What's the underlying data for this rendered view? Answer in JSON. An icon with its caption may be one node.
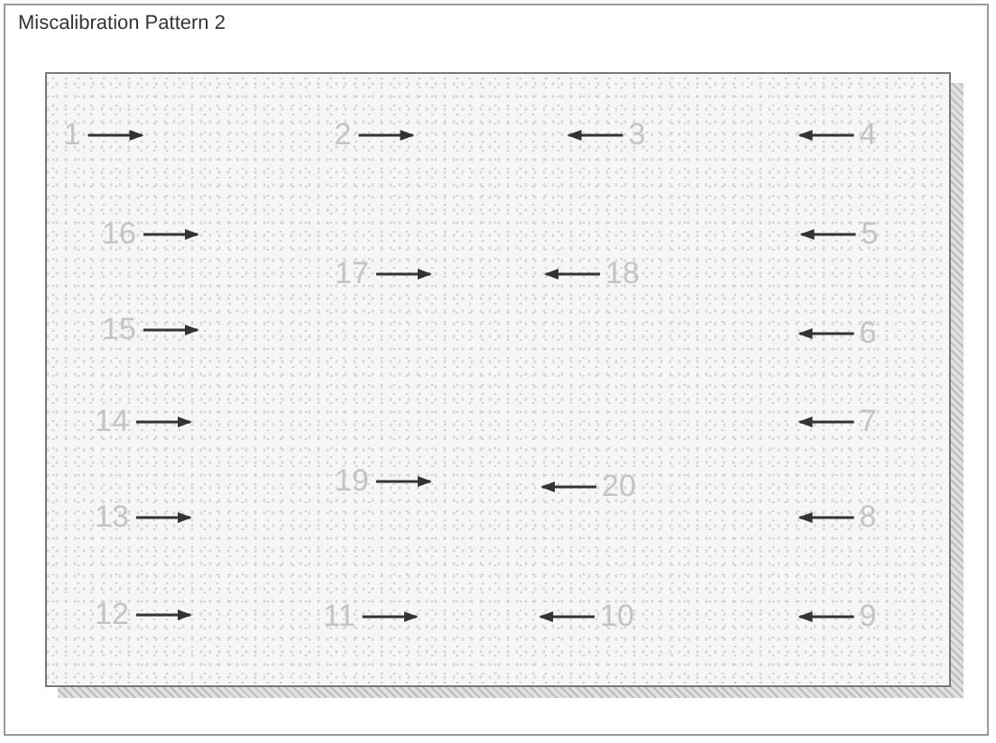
{
  "diagram": {
    "title": "Miscalibration Pattern 2",
    "nodes": [
      {
        "text": [
          "1"
        ]
      },
      {
        "text": [
          "2"
        ]
      },
      {
        "text": [
          "3"
        ]
      },
      {
        "text": [
          "4"
        ]
      },
      {
        "text": [
          "5"
        ]
      },
      {
        "text": [
          "6"
        ]
      },
      {
        "text": [
          "7"
        ]
      },
      {
        "text": [
          "8"
        ]
      },
      {
        "text": [
          "9"
        ]
      },
      {
        "text": [
          "10"
        ]
      },
      {
        "text": [
          "11"
        ]
      },
      {
        "text": [
          "12"
        ]
      },
      {
        "text": [
          "13"
        ]
      },
      {
        "text": [
          "14"
        ]
      },
      {
        "text": [
          "15"
        ]
      },
      {
        "text": [
          "16"
        ]
      },
      {
        "text": [
          "17"
        ]
      },
      {
        "text": [
          "18"
        ]
      },
      {
        "text": [
          "19"
        ]
      },
      {
        "text": [
          "20"
        ]
      }
    ],
    "edges": [
      {
        "from": 0,
        "to": null,
        "arrow": "to"
      },
      {
        "from": 1,
        "to": null,
        "arrow": "to"
      },
      {
        "from": 2,
        "to": null,
        "arrow": "to"
      },
      {
        "from": 3,
        "to": null,
        "arrow": "to"
      },
      {
        "from": 4,
        "to": null,
        "arrow": "to"
      },
      {
        "from": 5,
        "to": null,
        "arrow": "to"
      },
      {
        "from": 6,
        "to": null,
        "arrow": "to"
      },
      {
        "from": 7,
        "to": null,
        "arrow": "to"
      },
      {
        "from": 8,
        "to": null,
        "arrow": "to"
      },
      {
        "from": 9,
        "to": null,
        "arrow": "to"
      },
      {
        "from": 10,
        "to": null,
        "arrow": "to"
      },
      {
        "from": 11,
        "to": null,
        "arrow": "to"
      },
      {
        "from": 12,
        "to": null,
        "arrow": "to"
      },
      {
        "from": 13,
        "to": null,
        "arrow": "to"
      },
      {
        "from": 14,
        "to": null,
        "arrow": "to"
      },
      {
        "from": 15,
        "to": null,
        "arrow": "to"
      },
      {
        "from": 16,
        "to": null,
        "arrow": "to"
      },
      {
        "from": 17,
        "to": null,
        "arrow": "to"
      },
      {
        "from": 18,
        "to": null,
        "arrow": "to"
      },
      {
        "from": 19,
        "to": null,
        "arrow": "to"
      }
    ]
  }
}
